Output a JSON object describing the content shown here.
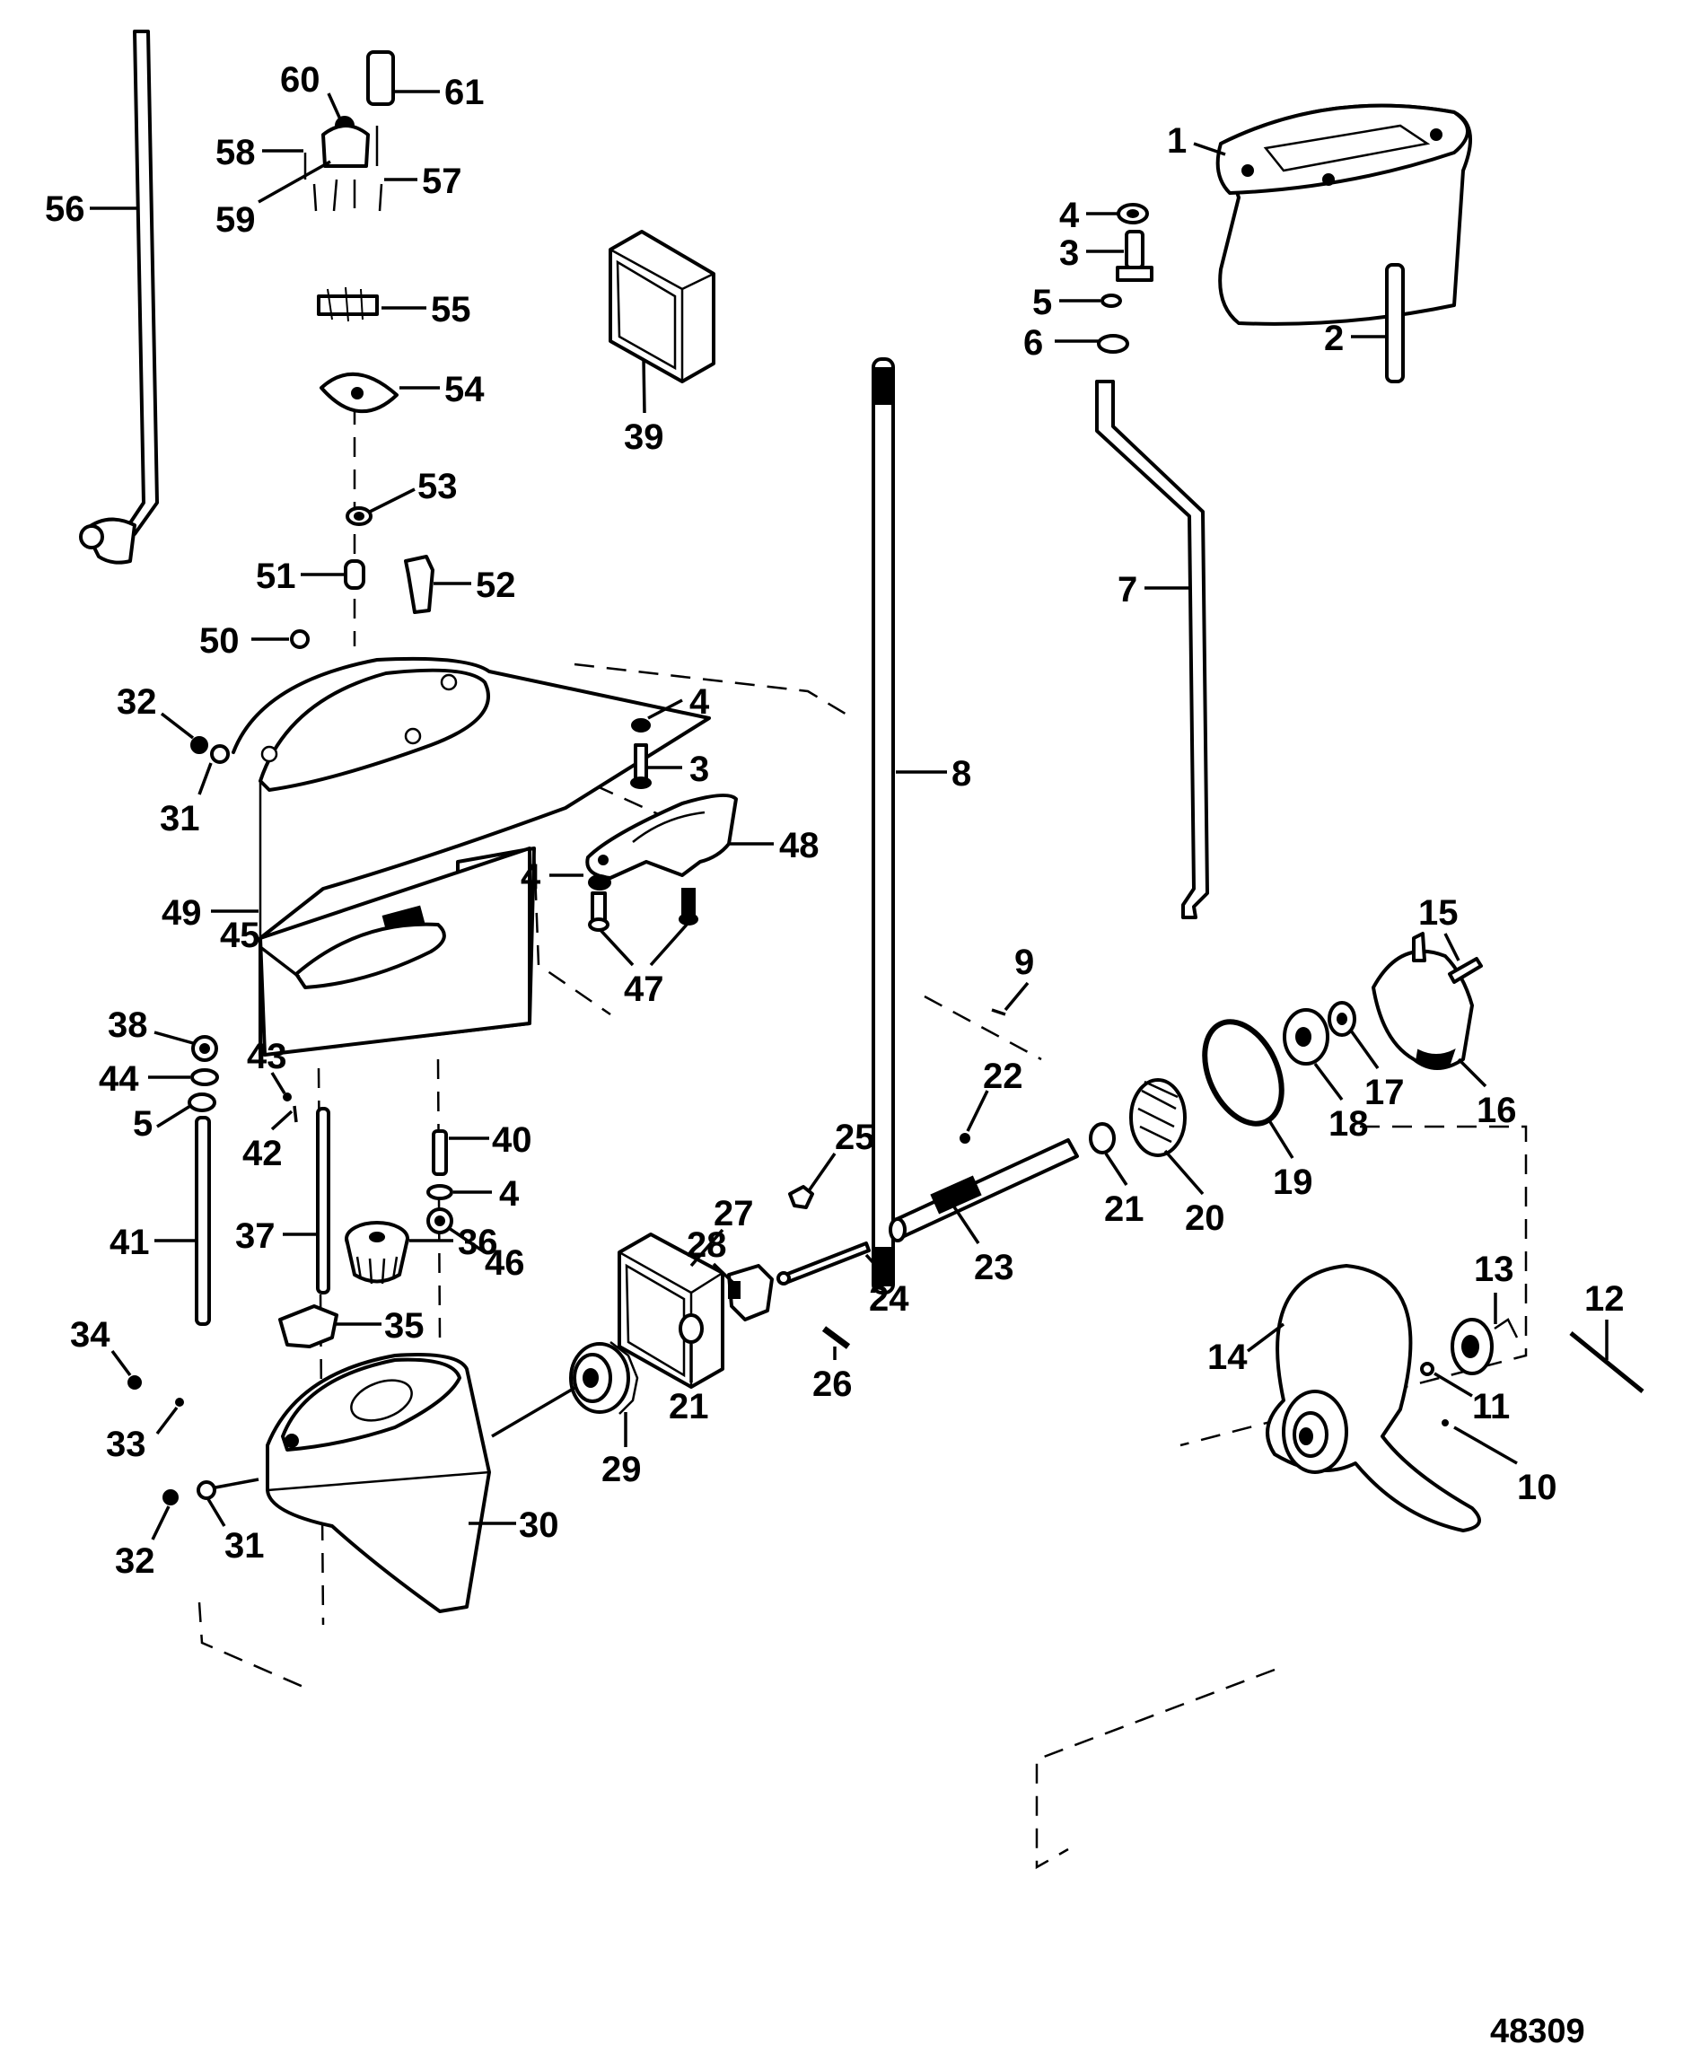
{
  "diagram": {
    "title": "Gear Housing / Driveshaft Housing Exploded View",
    "figure_number": "48309",
    "callouts": {
      "c1": "1",
      "c2": "2",
      "c3a": "3",
      "c3b": "3",
      "c4a": "4",
      "c4b": "4",
      "c4c": "4",
      "c4d": "4",
      "c5a": "5",
      "c5b": "5",
      "c6": "6",
      "c7": "7",
      "c8": "8",
      "c9": "9",
      "c10": "10",
      "c11": "11",
      "c12": "12",
      "c13": "13",
      "c14": "14",
      "c15": "15",
      "c16": "16",
      "c17": "17",
      "c18": "18",
      "c19": "19",
      "c20": "20",
      "c21a": "21",
      "c21b": "21",
      "c22": "22",
      "c23": "23",
      "c24": "24",
      "c25": "25",
      "c26": "26",
      "c27": "27",
      "c28": "28",
      "c29": "29",
      "c30": "30",
      "c31a": "31",
      "c31b": "31",
      "c32a": "32",
      "c32b": "32",
      "c33": "33",
      "c34": "34",
      "c35": "35",
      "c36": "36",
      "c37": "37",
      "c38": "38",
      "c39": "39",
      "c40": "40",
      "c41": "41",
      "c42": "42",
      "c43": "43",
      "c44": "44",
      "c45": "45",
      "c46": "46",
      "c47": "47",
      "c48": "48",
      "c49": "49",
      "c50": "50",
      "c51": "51",
      "c52": "52",
      "c53": "53",
      "c54": "54",
      "c55": "55",
      "c56": "56",
      "c57": "57",
      "c58": "58",
      "c59": "59",
      "c60": "60",
      "c61": "61"
    }
  }
}
